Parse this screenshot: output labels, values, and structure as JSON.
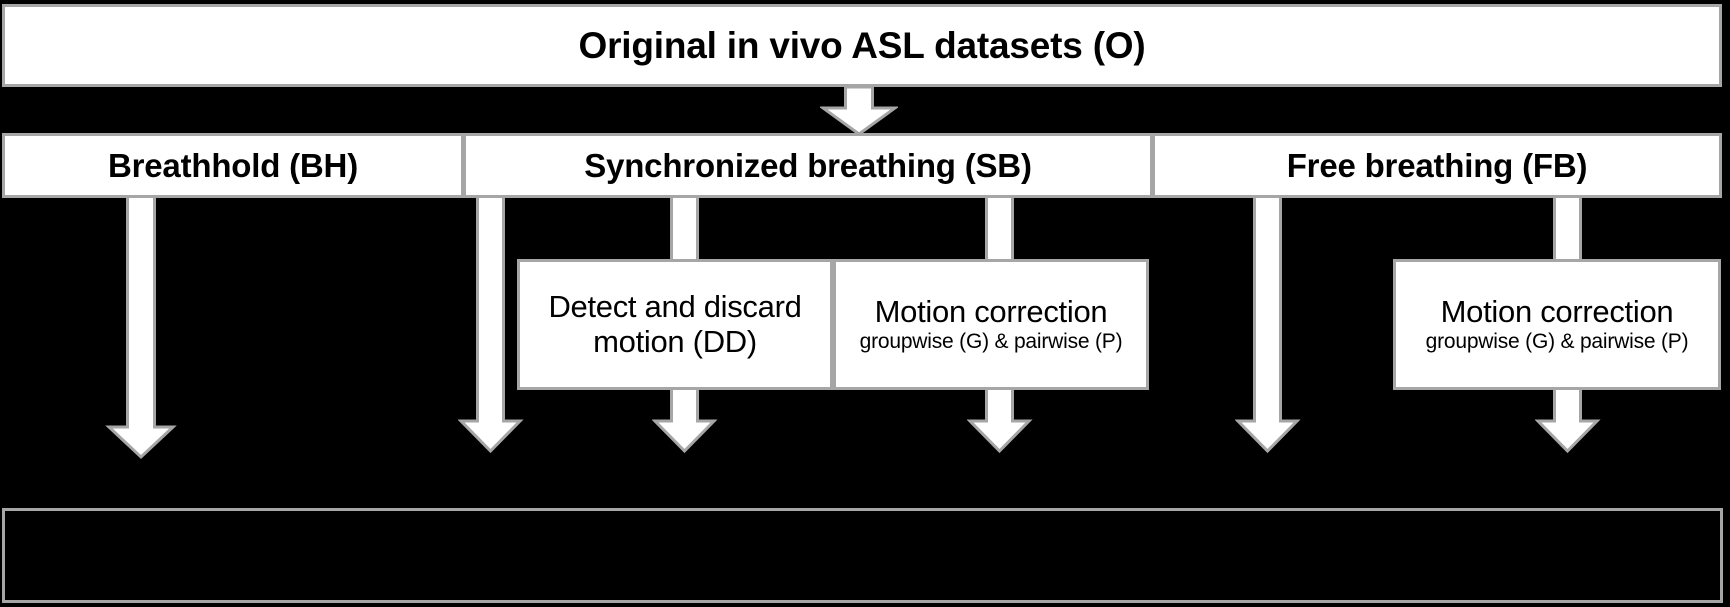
{
  "diagram": {
    "title": "Original in vivo ASL datasets (O)",
    "background_color": "#000000",
    "box_fill": "#ffffff",
    "box_border": "#a6a6a6",
    "arrow_fill": "#ffffff",
    "arrow_border": "#a6a6a6"
  },
  "top": {
    "label": "Original in vivo ASL datasets (O)"
  },
  "groups": [
    {
      "label": "Breathhold (BH)"
    },
    {
      "label": "Synchronized breathing (SB)"
    },
    {
      "label": "Free breathing (FB)"
    }
  ],
  "processes": [
    {
      "main": "Detect and discard motion (DD)",
      "sub": ""
    },
    {
      "main": "Motion correction",
      "sub": "groupwise (G) & pairwise (P)"
    },
    {
      "main": "Motion correction",
      "sub": "groupwise (G) & pairwise (P)"
    }
  ],
  "bottom": {
    "label": ""
  },
  "arrows": {
    "from_top_to_groups": "down-arrow-icon",
    "branch_count": 6
  }
}
